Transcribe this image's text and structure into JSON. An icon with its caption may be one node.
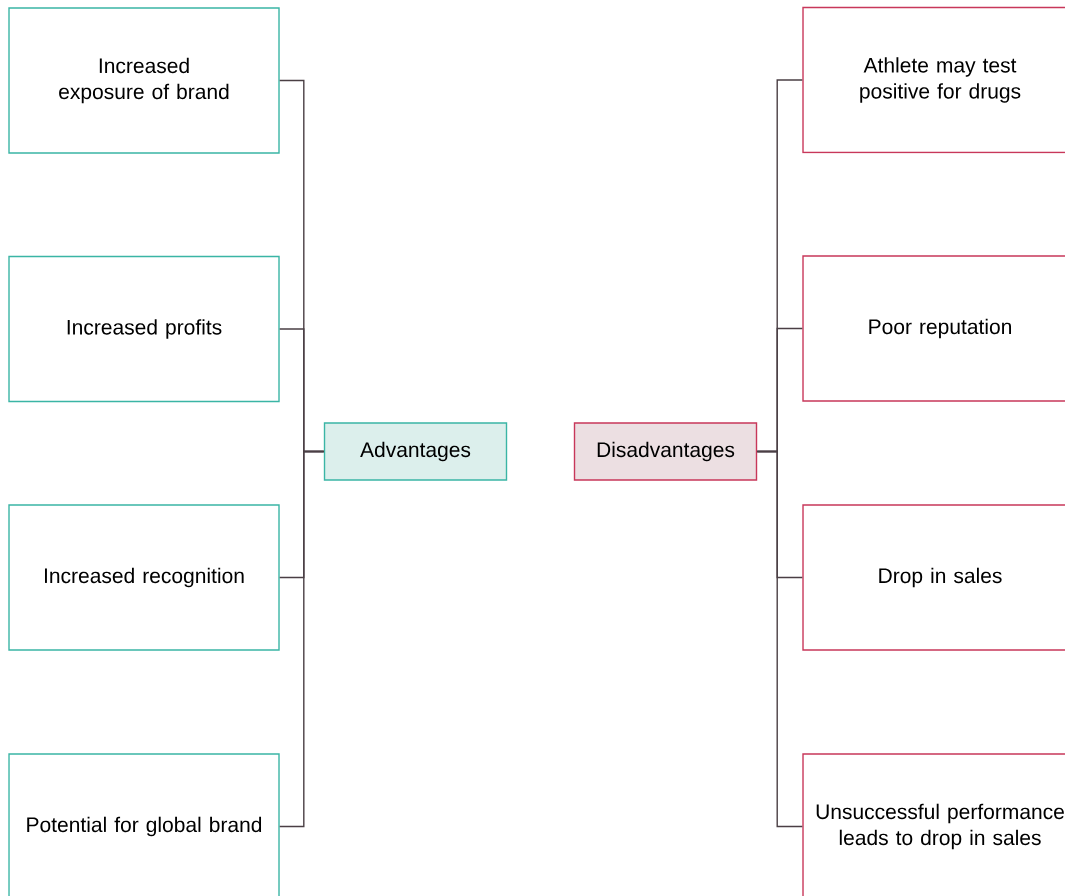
{
  "diagram": {
    "nodes": [
      {
        "text": [
          "Increased exposure of brand"
        ]
      },
      {
        "text": [
          "Increased profits"
        ]
      },
      {
        "text": [
          "Increased recognition"
        ]
      },
      {
        "text": [
          "Potential for global brand"
        ]
      },
      {
        "text": [
          "Advantages"
        ]
      },
      {
        "text": [
          "Disadvantages"
        ]
      },
      {
        "text": [
          "Athlete may test positive for drugs"
        ]
      },
      {
        "text": [
          "Poor reputation"
        ]
      },
      {
        "text": [
          "Drop in sales"
        ]
      },
      {
        "text": [
          "Unsuccessful performance leads to drop in sales"
        ]
      }
    ],
    "edges": [
      {
        "from": 4,
        "to": 0,
        "arrow": "none"
      },
      {
        "from": 4,
        "to": 1,
        "arrow": "none"
      },
      {
        "from": 4,
        "to": 2,
        "arrow": "none"
      },
      {
        "from": 4,
        "to": 3,
        "arrow": "none"
      },
      {
        "from": 5,
        "to": 6,
        "arrow": "none"
      },
      {
        "from": 5,
        "to": 7,
        "arrow": "none"
      },
      {
        "from": 5,
        "to": 8,
        "arrow": "none"
      },
      {
        "from": 5,
        "to": 9,
        "arrow": "none"
      }
    ]
  }
}
